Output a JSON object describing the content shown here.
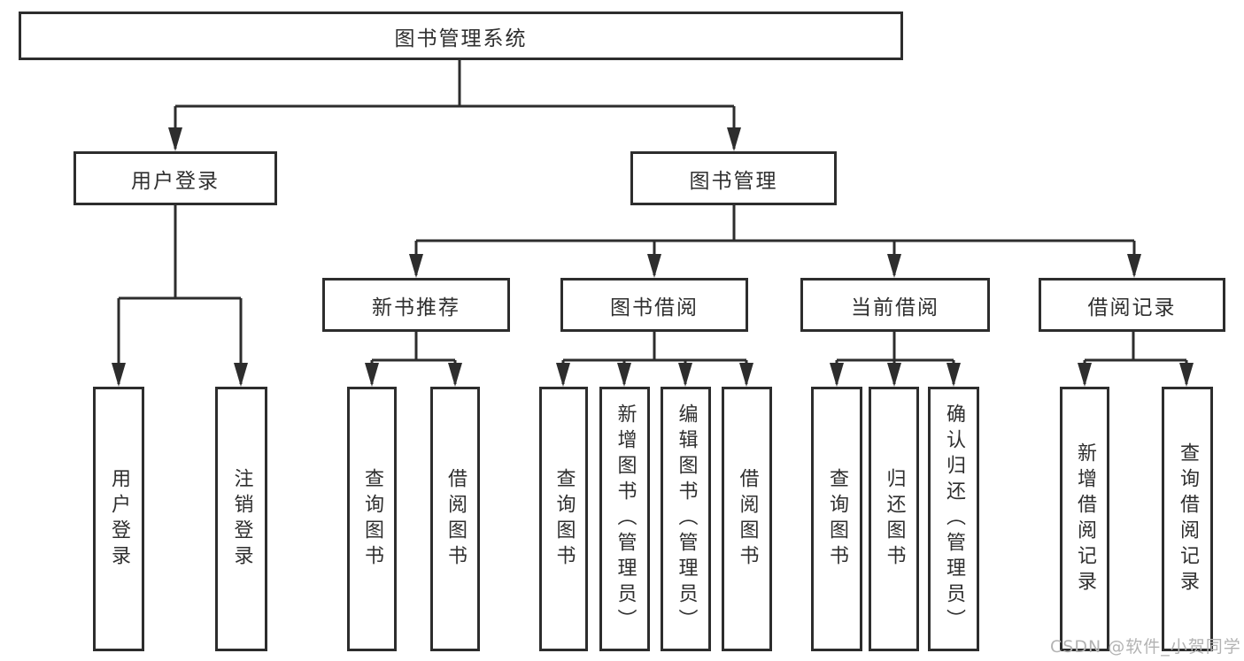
{
  "colors": {
    "line": "#2d2d2d",
    "text": "#2f2f2f",
    "node_background": "#ffffff",
    "page_background": "#ffffff",
    "watermark_text": "#b3b3b3"
  },
  "diagram": {
    "root": "图书管理系统",
    "level2": [
      "用户登录",
      "图书管理"
    ],
    "level3": [
      "新书推荐",
      "图书借阅",
      "当前借阅",
      "借阅记录"
    ],
    "leaves": {
      "user_login": [
        "用户登录",
        "注销登录"
      ],
      "new_book_recommend": [
        "查询图书",
        "借阅图书"
      ],
      "book_borrowing": [
        "查询图书",
        "新增图书（管理员）",
        "编辑图书（管理员）",
        "借阅图书"
      ],
      "current_borrowing": [
        "查询图书",
        "归还图书",
        "确认归还（管理员）"
      ],
      "borrowing_records": [
        "新增借阅记录",
        "查询借阅记录"
      ]
    }
  },
  "watermark": "CSDN @软件_小贺同学"
}
